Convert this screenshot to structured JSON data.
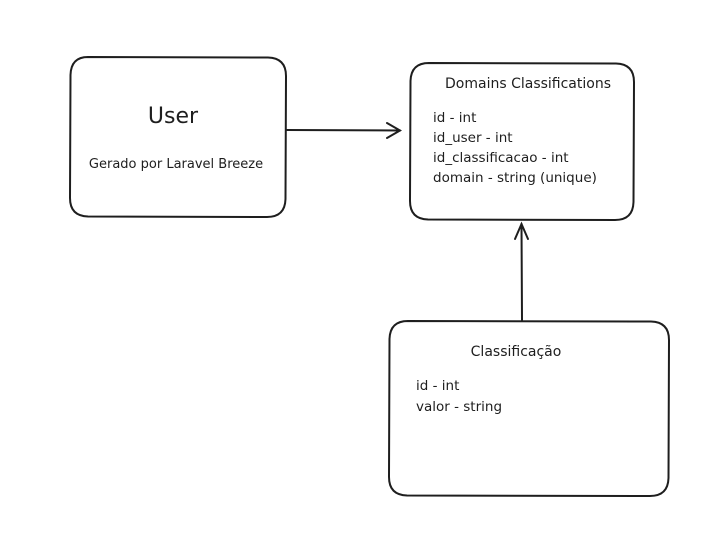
{
  "entities": {
    "user": {
      "title": "User",
      "subtitle": "Gerado por Laravel Breeze"
    },
    "domains_classifications": {
      "title": "Domains Classifications",
      "fields": [
        "id - int",
        "id_user - int",
        "id_classificacao - int",
        "domain - string (unique)"
      ]
    },
    "classificacao": {
      "title": "Classificação",
      "fields": [
        "id - int",
        "valor - string"
      ]
    }
  },
  "relations": [
    {
      "from": "User",
      "to": "Domains Classifications"
    },
    {
      "from": "Classificação",
      "to": "Domains Classifications"
    }
  ]
}
